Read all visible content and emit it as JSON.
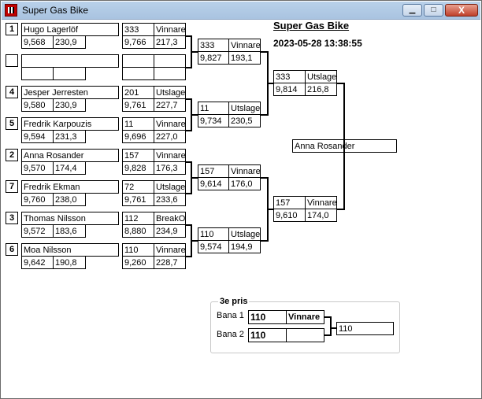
{
  "window": {
    "title": "Super Gas Bike",
    "minimize_label": "▁",
    "maximize_label": "□",
    "close_label": "X"
  },
  "header": {
    "event_name": "Super Gas Bike",
    "timestamp": "2023-05-28 13:38:55"
  },
  "round1": [
    {
      "seed": "1",
      "name": "Hugo  Lagerlöf",
      "time": "9,568",
      "speed": "230,9"
    },
    {
      "seed": "",
      "name": "",
      "time": "",
      "speed": ""
    },
    {
      "seed": "4",
      "name": "Jesper Jerresten",
      "time": "9,580",
      "speed": "230,9"
    },
    {
      "seed": "5",
      "name": "Fredrik Karpouzis",
      "time": "9,594",
      "speed": "231,3"
    },
    {
      "seed": "2",
      "name": "Anna Rosander",
      "time": "9,570",
      "speed": "174,4"
    },
    {
      "seed": "7",
      "name": "Fredrik  Ekman",
      "time": "9,760",
      "speed": "238,0"
    },
    {
      "seed": "3",
      "name": "Thomas Nilsson",
      "time": "9,572",
      "speed": "183,6"
    },
    {
      "seed": "6",
      "name": "Moa Nilsson",
      "time": "9,642",
      "speed": "190,8"
    }
  ],
  "round2": [
    {
      "num": "333",
      "result": "Vinnare",
      "time": "9,766",
      "speed": "217,3"
    },
    {
      "num": "",
      "result": "",
      "time": "",
      "speed": ""
    },
    {
      "num": "201",
      "result": "Utslagen",
      "time": "9,761",
      "speed": "227,7"
    },
    {
      "num": "11",
      "result": "Vinnare",
      "time": "9,696",
      "speed": "227,0"
    },
    {
      "num": "157",
      "result": "Vinnare",
      "time": "9,828",
      "speed": "176,3"
    },
    {
      "num": "72",
      "result": "Utslagen",
      "time": "9,761",
      "speed": "233,6"
    },
    {
      "num": "112",
      "result": "BreakOut",
      "time": "8,880",
      "speed": "234,9"
    },
    {
      "num": "110",
      "result": "Vinnare",
      "time": "9,260",
      "speed": "228,7"
    }
  ],
  "round3": [
    {
      "num": "333",
      "result": "Vinnare",
      "time": "9,827",
      "speed": "193,1"
    },
    {
      "num": "11",
      "result": "Utslagen",
      "time": "9,734",
      "speed": "230,5"
    },
    {
      "num": "157",
      "result": "Vinnare",
      "time": "9,614",
      "speed": "176,0"
    },
    {
      "num": "110",
      "result": "Utslagen",
      "time": "9,574",
      "speed": "194,9"
    }
  ],
  "semis": [
    {
      "num": "333",
      "result": "Utslagen",
      "time": "9,814",
      "speed": "216,8"
    },
    {
      "num": "157",
      "result": "Vinnare",
      "time": "9,610",
      "speed": "174,0"
    }
  ],
  "winner": "Anna Rosander",
  "third_place": {
    "legend": "3e pris",
    "lane1_label": "Bana 1",
    "lane2_label": "Bana 2",
    "lane1_num": "110",
    "lane1_result": "Vinnare",
    "lane2_num": "110",
    "lane2_result": "",
    "result": "110"
  }
}
